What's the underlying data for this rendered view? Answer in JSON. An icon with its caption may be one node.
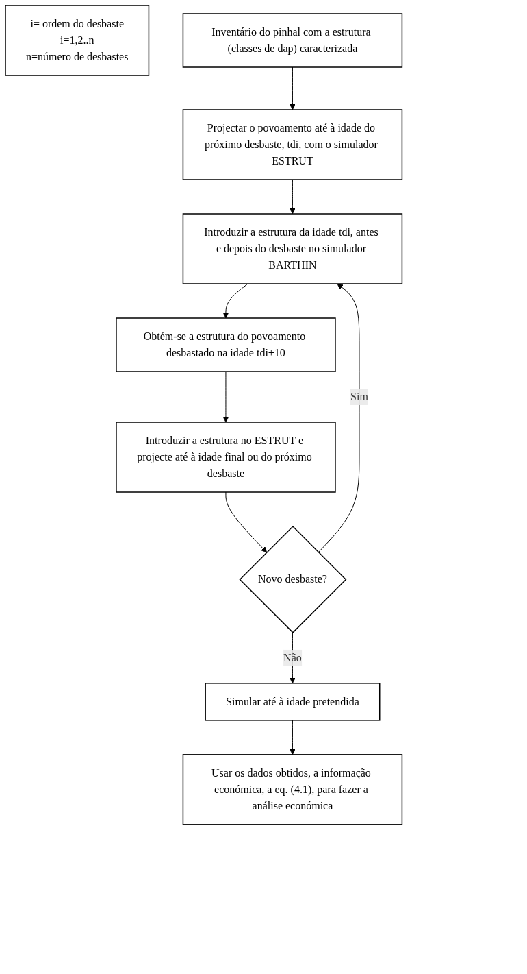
{
  "diagram": {
    "nodes": [
      {
        "text": [
          "i= ordem do desbaste",
          "i=1,2..n",
          "n=número de desbastes"
        ]
      },
      {
        "text": [
          "Inventário do pinhal com a estrutura (classes de dap) caracterizada"
        ]
      },
      {
        "text": [
          "Projectar o povoamento até à idade do próximo desbaste, tdi, com o simulador ESTRUT"
        ]
      },
      {
        "text": [
          "Introduzir a estrutura da idade tdi, antes e depois do desbaste no simulador BARTHIN"
        ]
      },
      {
        "text": [
          "Obtém-se a estrutura do povoamento desbastado na idade tdi+10"
        ]
      },
      {
        "text": [
          "Introduzir a estrutura no ESTRUT e projecte até à idade final ou do próximo desbaste"
        ]
      },
      {
        "text": [
          "Novo desbaste?"
        ]
      },
      {
        "text": [
          "Simular até à idade pretendida"
        ]
      },
      {
        "text": [
          "Usar os dados obtidos, a informação económica, a eq. (4.1), para fazer a análise económica"
        ]
      }
    ],
    "edges": [
      {
        "from": 1,
        "to": 2,
        "arrow": "to"
      },
      {
        "from": 2,
        "to": 3,
        "arrow": "to"
      },
      {
        "from": 3,
        "to": 4,
        "arrow": "to"
      },
      {
        "from": 4,
        "to": 5,
        "arrow": "to"
      },
      {
        "from": 5,
        "to": 6,
        "arrow": "to"
      },
      {
        "from": 6,
        "to": 3,
        "arrow": "to",
        "label": "Sim"
      },
      {
        "from": 6,
        "to": 7,
        "arrow": "to",
        "label": "Não"
      },
      {
        "from": 7,
        "to": 8,
        "arrow": "to"
      }
    ]
  }
}
